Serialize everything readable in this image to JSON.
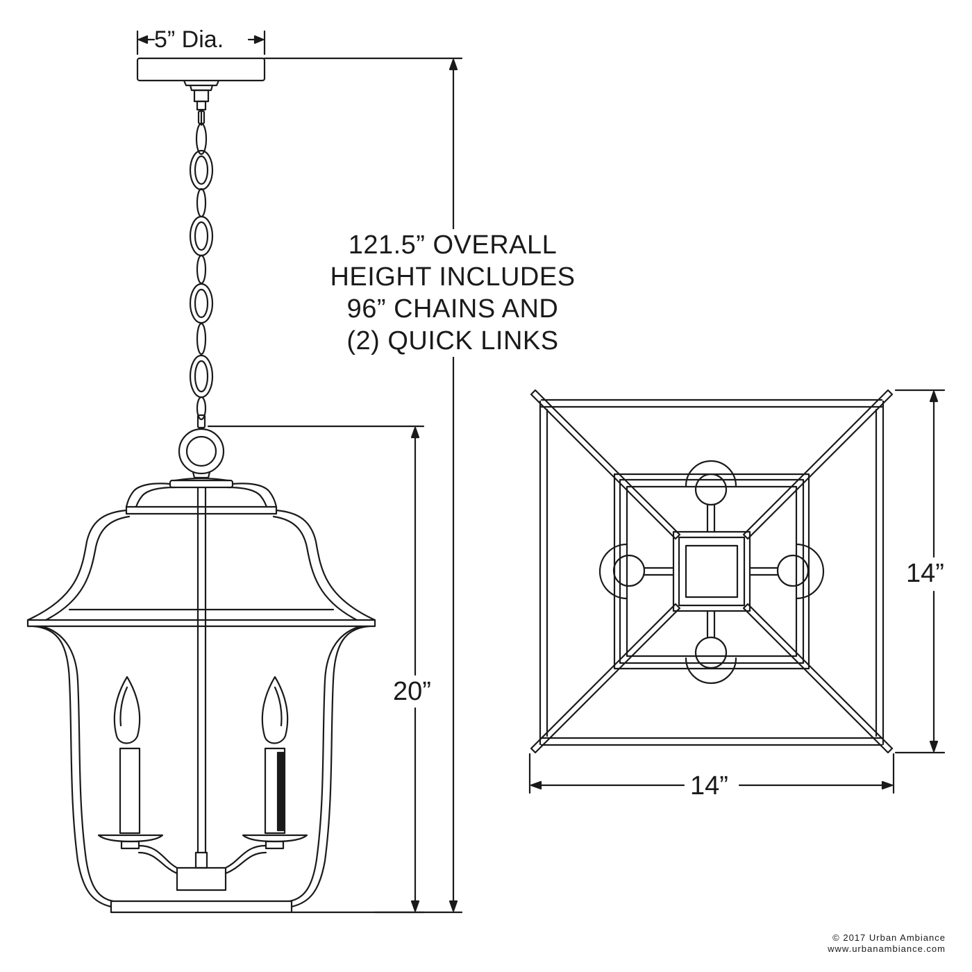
{
  "labels": {
    "canopy_diameter": "5” Dia.",
    "overall_height_note": [
      "121.5” OVERALL",
      "HEIGHT INCLUDES",
      "96” CHAINS AND",
      "(2) QUICK LINKS"
    ],
    "fixture_height": "20”",
    "fixture_depth": "14”",
    "fixture_width": "14”"
  },
  "footer": {
    "copyright": "© 2017 Urban Ambiance",
    "website": "www.urbanambiance.com"
  },
  "colors": {
    "line": "#1a1a1a",
    "background": "#ffffff"
  }
}
